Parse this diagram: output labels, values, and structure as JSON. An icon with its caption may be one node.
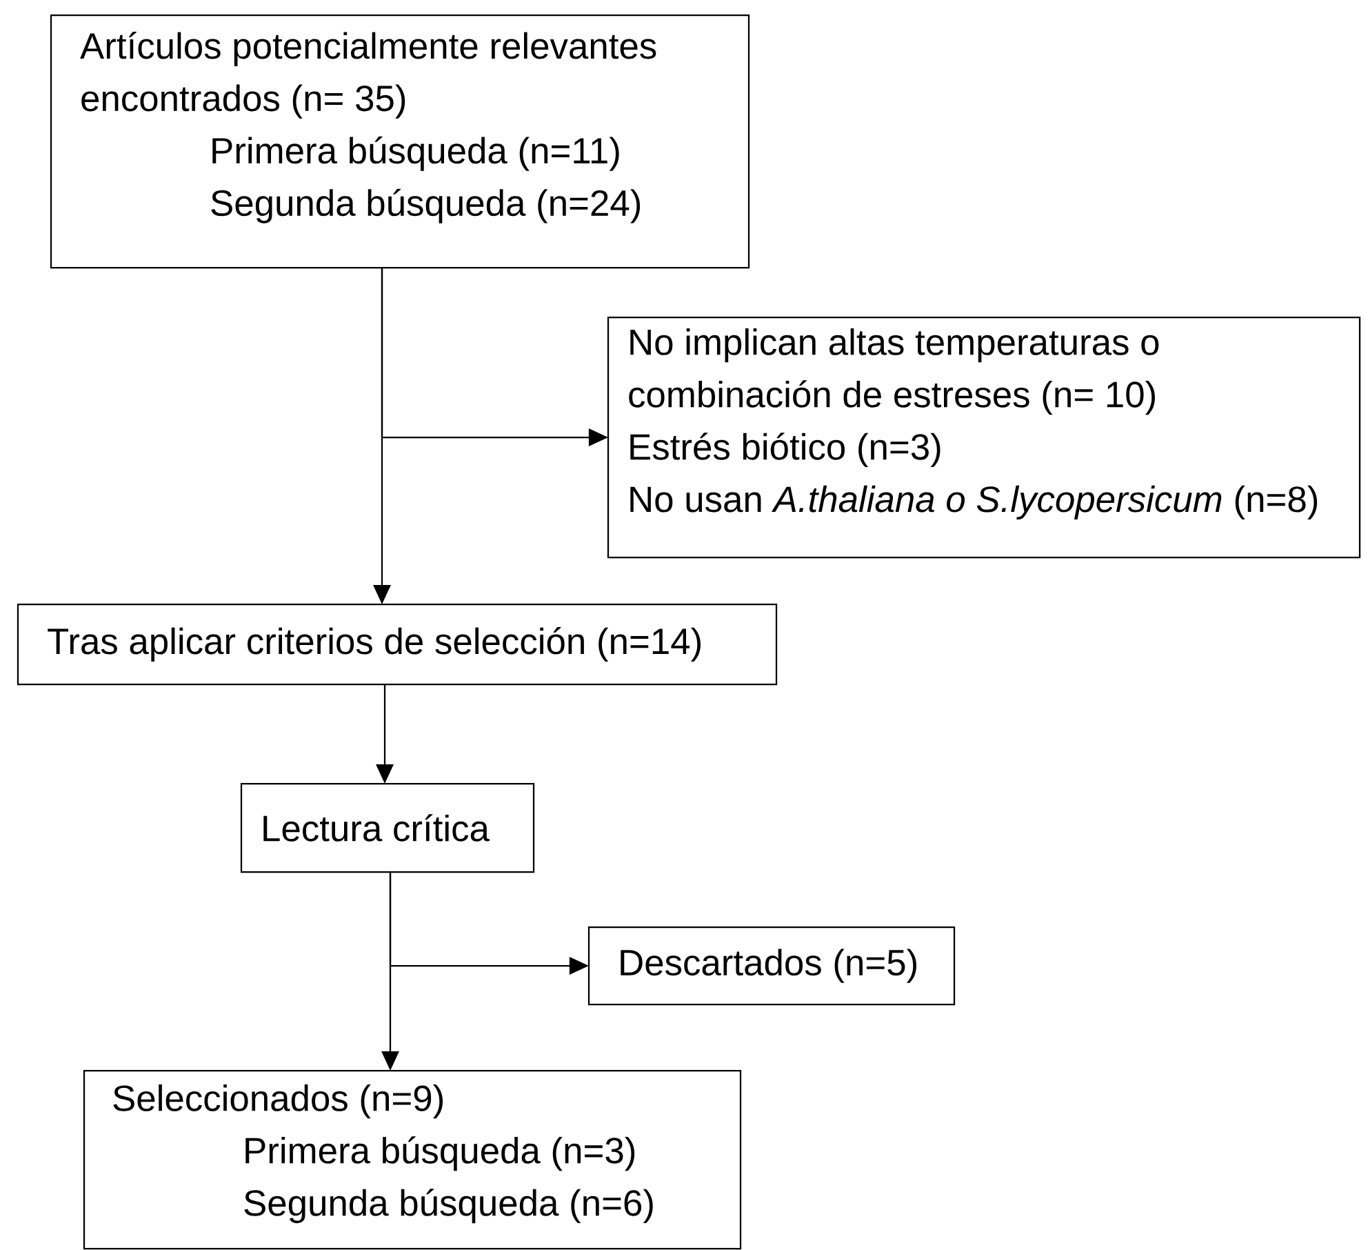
{
  "diagram": {
    "nodes": [
      {
        "text": [
          "Artículos potencialmente relevantes encontrados (n= 35)",
          "Primera búsqueda (n=11)",
          "Segunda búsqueda (n=24)"
        ]
      },
      {
        "text": [
          "No implican altas temperaturas o combinación de estreses (n= 10)",
          "Estrés biótico (n=3)",
          "No usan *A.thaliana o S.lycopersicum* (n=8)"
        ]
      },
      {
        "text": [
          "Tras aplicar criterios de selección (n=14)"
        ]
      },
      {
        "text": [
          "Lectura crítica"
        ]
      },
      {
        "text": [
          "Descartados (n=5)"
        ]
      },
      {
        "text": [
          "Seleccionados (n=9)",
          "Primera búsqueda (n=3)",
          "Segunda búsqueda (n=6)"
        ]
      }
    ],
    "edges": [
      {
        "from": 0,
        "to": 2,
        "arrow": "to"
      },
      {
        "from": 0,
        "to": 1,
        "arrow": "to"
      },
      {
        "from": 2,
        "to": 3,
        "arrow": "to"
      },
      {
        "from": 3,
        "to": 5,
        "arrow": "to"
      },
      {
        "from": 3,
        "to": 4,
        "arrow": "to"
      }
    ]
  }
}
